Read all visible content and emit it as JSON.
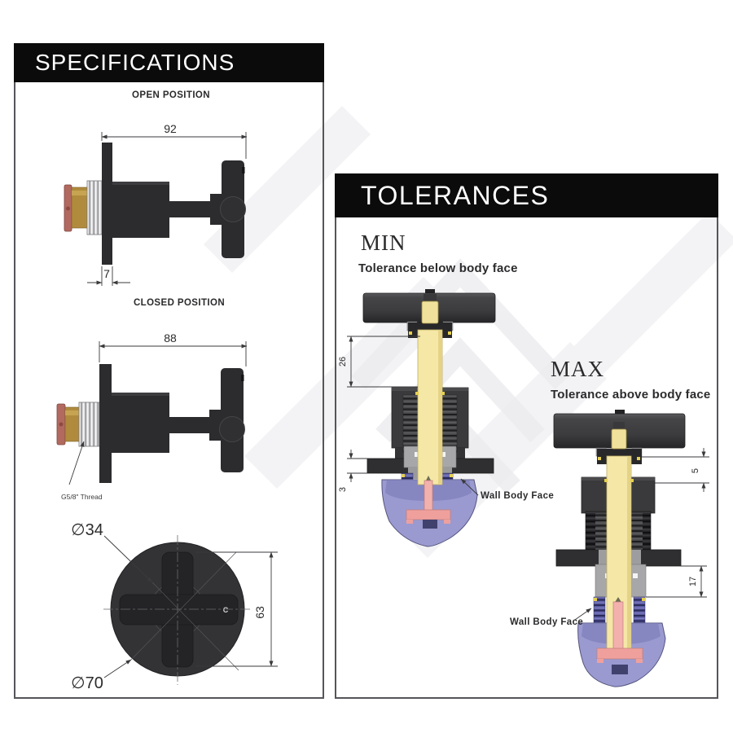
{
  "specifications": {
    "title": "SPECIFICATIONS",
    "open": {
      "label": "OPEN POSITION",
      "width_dim": "92",
      "flange_dim": "7"
    },
    "closed": {
      "label": "CLOSED POSITION",
      "width_dim": "88",
      "thread_note": "G5/8\" Thread"
    },
    "front": {
      "handle_dia": "∅34",
      "plate_dia": "∅70",
      "height_dim": "63",
      "handle_mark": "C"
    }
  },
  "tolerances": {
    "title": "TOLERANCES",
    "min": {
      "heading": "MIN",
      "subheading": "Tolerance below body face",
      "upper_dim": "26",
      "lower_dim": "3",
      "callout": "Wall Body Face"
    },
    "max": {
      "heading": "MAX",
      "subheading": "Tolerance above body face",
      "upper_dim": "5",
      "lower_dim": "17",
      "callout": "Wall Body Face"
    }
  },
  "colors": {
    "header_bg": "#0b0b0b",
    "header_text": "#ffffff",
    "panel_border": "#55555a",
    "drawing_ink": "#2c2c2e",
    "section_gray": "#3a3a3c",
    "brass": "#b08b3e",
    "copper": "#b26a60",
    "silver": "#dedee0",
    "spindle_yellow": "#f5e7a6",
    "gland_gray": "#a7a7a9",
    "thread_purple": "#6161a8",
    "dome_lavender": "#9a9ad0",
    "jumper_pink": "#efa09d",
    "watermark_gray": "#f0f0f2"
  }
}
